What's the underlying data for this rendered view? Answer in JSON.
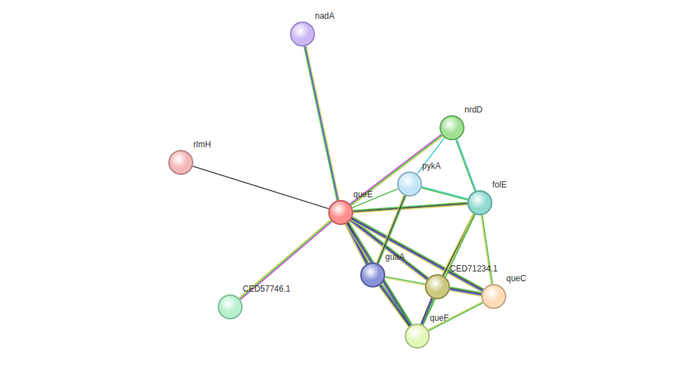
{
  "diagram": {
    "nodes": [
      {
        "text": [
          "nadA"
        ]
      },
      {
        "text": [
          "nrdD"
        ]
      },
      {
        "text": [
          "rlmH"
        ]
      },
      {
        "text": [
          "pykA"
        ]
      },
      {
        "text": [
          "folE"
        ]
      },
      {
        "text": [
          "queE"
        ]
      },
      {
        "text": [
          "guaA"
        ]
      },
      {
        "text": [
          "CED71234.1"
        ]
      },
      {
        "text": [
          "queC"
        ]
      },
      {
        "text": [
          "CED57746.1"
        ]
      },
      {
        "text": [
          "queF"
        ]
      }
    ],
    "edges": [
      {
        "from": 5,
        "to": 0,
        "arrow": "none"
      },
      {
        "from": 5,
        "to": 2,
        "arrow": "none"
      },
      {
        "from": 5,
        "to": 9,
        "arrow": "none"
      },
      {
        "from": 5,
        "to": 1,
        "arrow": "none"
      },
      {
        "from": 5,
        "to": 3,
        "arrow": "none"
      },
      {
        "from": 5,
        "to": 4,
        "arrow": "none"
      },
      {
        "from": 5,
        "to": 6,
        "arrow": "none"
      },
      {
        "from": 5,
        "to": 7,
        "arrow": "none"
      },
      {
        "from": 5,
        "to": 8,
        "arrow": "none"
      },
      {
        "from": 5,
        "to": 10,
        "arrow": "none"
      },
      {
        "from": 1,
        "to": 3,
        "arrow": "none"
      },
      {
        "from": 1,
        "to": 4,
        "arrow": "none"
      },
      {
        "from": 3,
        "to": 4,
        "arrow": "none"
      },
      {
        "from": 3,
        "to": 6,
        "arrow": "none"
      },
      {
        "from": 4,
        "to": 7,
        "arrow": "none"
      },
      {
        "from": 4,
        "to": 8,
        "arrow": "none"
      },
      {
        "from": 4,
        "to": 10,
        "arrow": "none"
      },
      {
        "from": 6,
        "to": 7,
        "arrow": "none"
      },
      {
        "from": 6,
        "to": 10,
        "arrow": "none"
      },
      {
        "from": 7,
        "to": 8,
        "arrow": "none"
      },
      {
        "from": 7,
        "to": 10,
        "arrow": "none"
      },
      {
        "from": 8,
        "to": 10,
        "arrow": "none"
      }
    ]
  }
}
